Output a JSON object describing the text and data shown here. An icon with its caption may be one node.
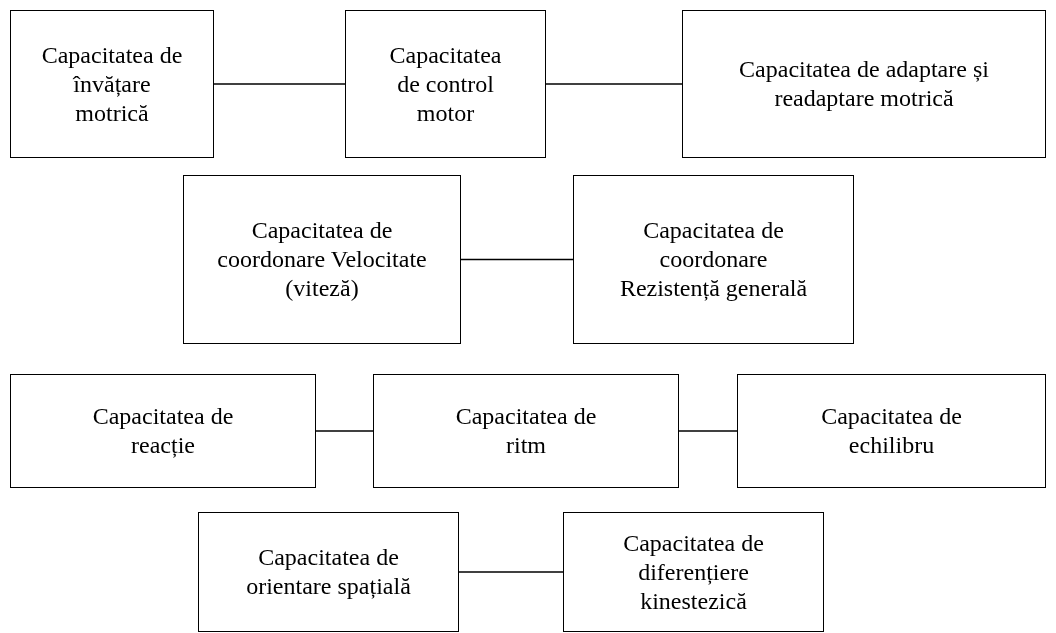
{
  "diagram": {
    "nodes": [
      {
        "text": [
          "Capacitatea de învățare motrică"
        ]
      },
      {
        "text": [
          "Capacitatea de control motor"
        ]
      },
      {
        "text": [
          "Capacitatea de adaptare și readaptare motrică"
        ]
      },
      {
        "text": [
          "Capacitatea de coordonare Velocitate (viteză)"
        ]
      },
      {
        "text": [
          "Capacitatea de coordonare Rezistență generală"
        ]
      },
      {
        "text": [
          "Capacitatea de reacție"
        ]
      },
      {
        "text": [
          "Capacitatea de ritm"
        ]
      },
      {
        "text": [
          "Capacitatea de echilibru"
        ]
      },
      {
        "text": [
          "Capacitatea de orientare spațială"
        ]
      },
      {
        "text": [
          "Capacitatea de diferențiere kinestezică"
        ]
      }
    ],
    "edges": [
      {
        "from": 0,
        "to": 1,
        "arrow": "none"
      },
      {
        "from": 1,
        "to": 2,
        "arrow": "none"
      },
      {
        "from": 3,
        "to": 4,
        "arrow": "none"
      },
      {
        "from": 5,
        "to": 6,
        "arrow": "none"
      },
      {
        "from": 6,
        "to": 7,
        "arrow": "none"
      },
      {
        "from": 8,
        "to": 9,
        "arrow": "none"
      }
    ]
  }
}
